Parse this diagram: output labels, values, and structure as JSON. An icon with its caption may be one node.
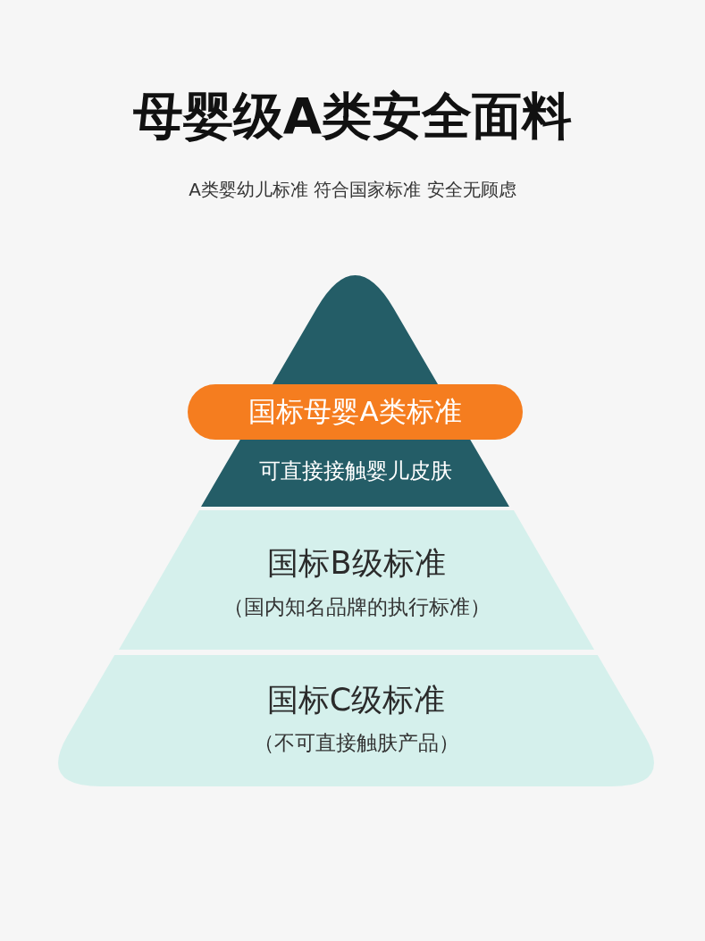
{
  "diagram": {
    "title": "母婴级A类安全面料",
    "nodes": [
      {
        "text": [
          "可直接接触婴儿皮肤"
        ]
      },
      {
        "text": [
          "国标母婴A类标准"
        ]
      },
      {
        "text": [
          "国标B级标准",
          "（国内知名品牌的执行标准）"
        ]
      },
      {
        "text": [
          "国标C级标准",
          "（不可直接触肤产品）"
        ]
      }
    ],
    "labels": [
      "A类婴幼儿标准 符合国家标准 安全无顾虑"
    ]
  }
}
